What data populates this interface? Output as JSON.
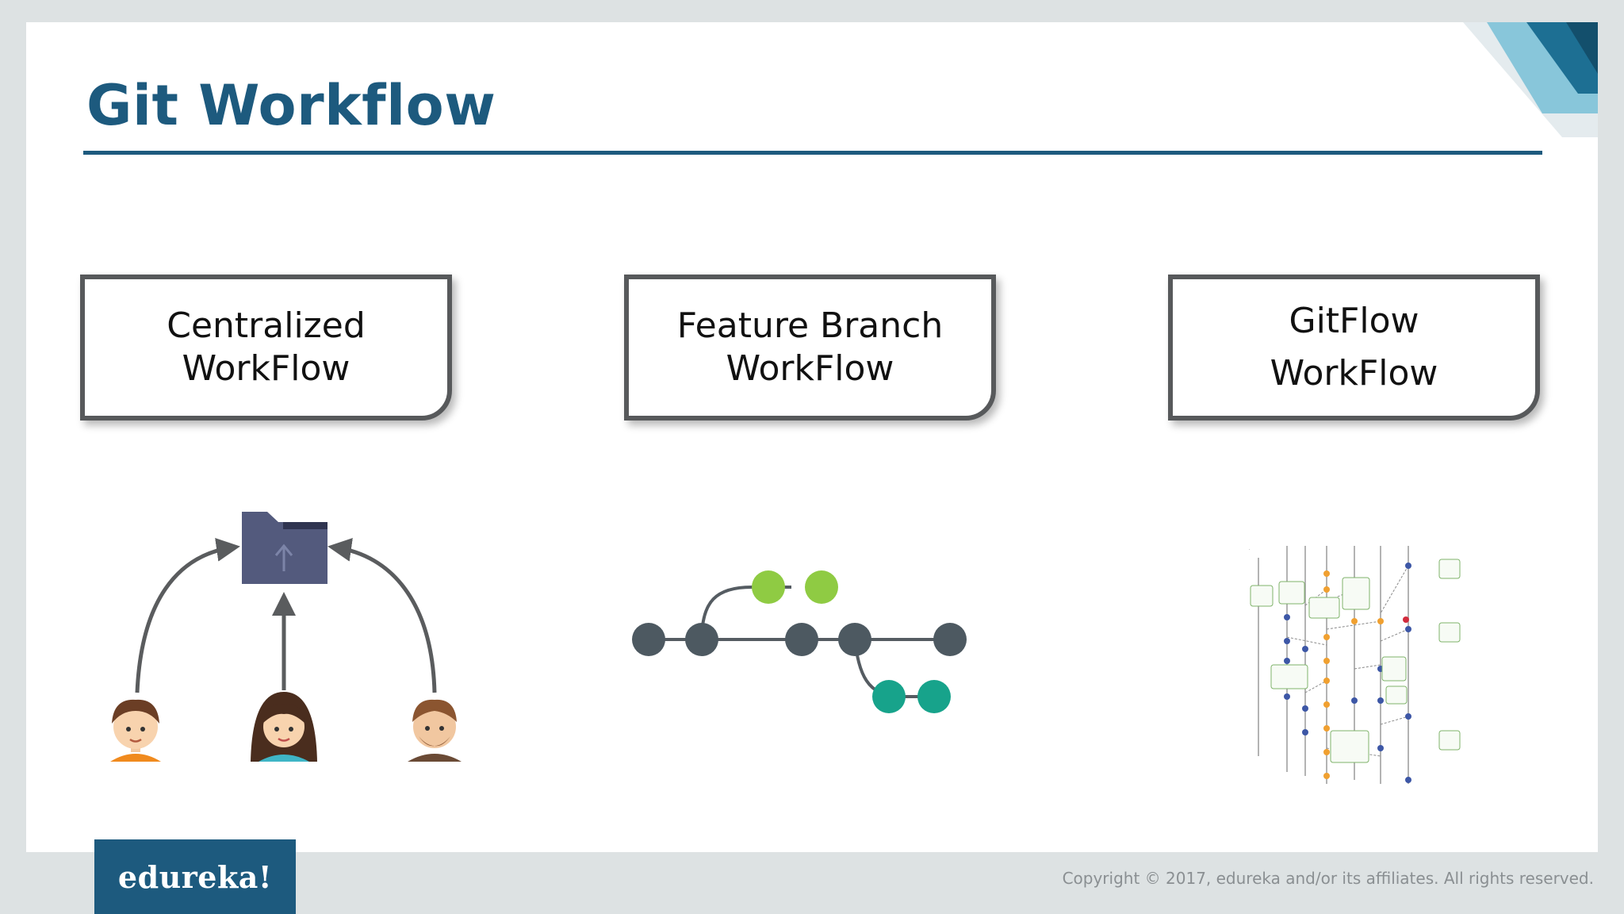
{
  "slide": {
    "title": "Git Workflow",
    "colors": {
      "primary": "#1d5a7e",
      "box_border": "#57595b",
      "background": "#dde2e3"
    }
  },
  "workflows": [
    {
      "line1": "Centralized",
      "line2": "WorkFlow",
      "illustration": "central-repo-with-three-users"
    },
    {
      "line1": "Feature Branch",
      "line2": "WorkFlow",
      "illustration": "branching-commit-graph"
    },
    {
      "line1": "GitFlow",
      "line2": "WorkFlow",
      "illustration": "gitflow-diagram"
    }
  ],
  "icons": [
    "repository-folder-icon",
    "upload-arrow-icon",
    "user-avatar-icon"
  ],
  "footer": {
    "logo": "edureka!",
    "copyright": "Copyright © 2017, edureka and/or its affiliates. All rights reserved."
  }
}
